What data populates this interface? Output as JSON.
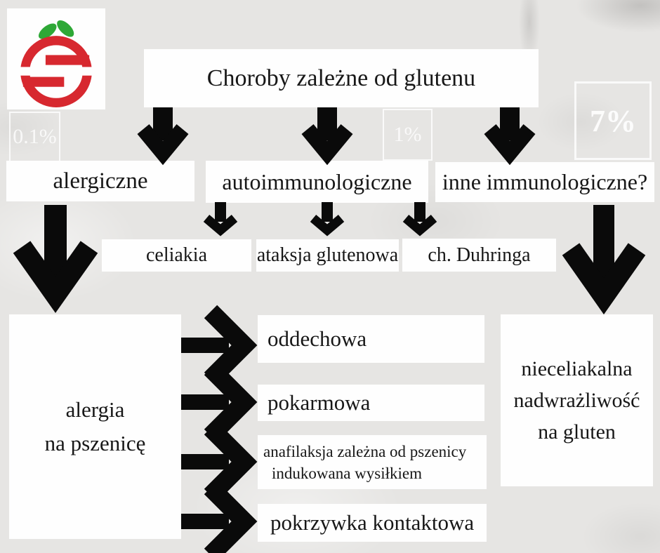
{
  "title": "Choroby zależne od glutenu",
  "percent_badges": {
    "alergiczne": "0.1%",
    "autoimmunologiczne": "1%",
    "inne": "7%"
  },
  "level1": {
    "alergiczne": "alergiczne",
    "autoimmunologiczne": "autoimmunologiczne",
    "inne": "inne immunologiczne?"
  },
  "autoimmune_children": {
    "celiakia": "celiakia",
    "ataksja": "ataksja glutenowa",
    "duhring": "ch. Duhringa"
  },
  "wheat_allergy": {
    "line1": "alergia",
    "line2": "na pszenicę"
  },
  "allergy_forms": {
    "oddechowa": "oddechowa",
    "pokarmowa": "pokarmowa",
    "anafilaksja_line1": "anafilaksja zależna od pszenicy",
    "anafilaksja_line2": "indukowana wysiłkiem",
    "pokrzywka": "pokrzywka kontaktowa"
  },
  "ncgs": {
    "line1": "nieceliakalna",
    "line2": "nadwrażliwość",
    "line3": "na gluten"
  },
  "colors": {
    "logo_red": "#d7282f",
    "leaf_green": "#2ea836",
    "background": "#e6e5e3",
    "box_white": "#fefefe",
    "arrow_black": "#0a0a0a",
    "badge_white": "#ffffff"
  }
}
